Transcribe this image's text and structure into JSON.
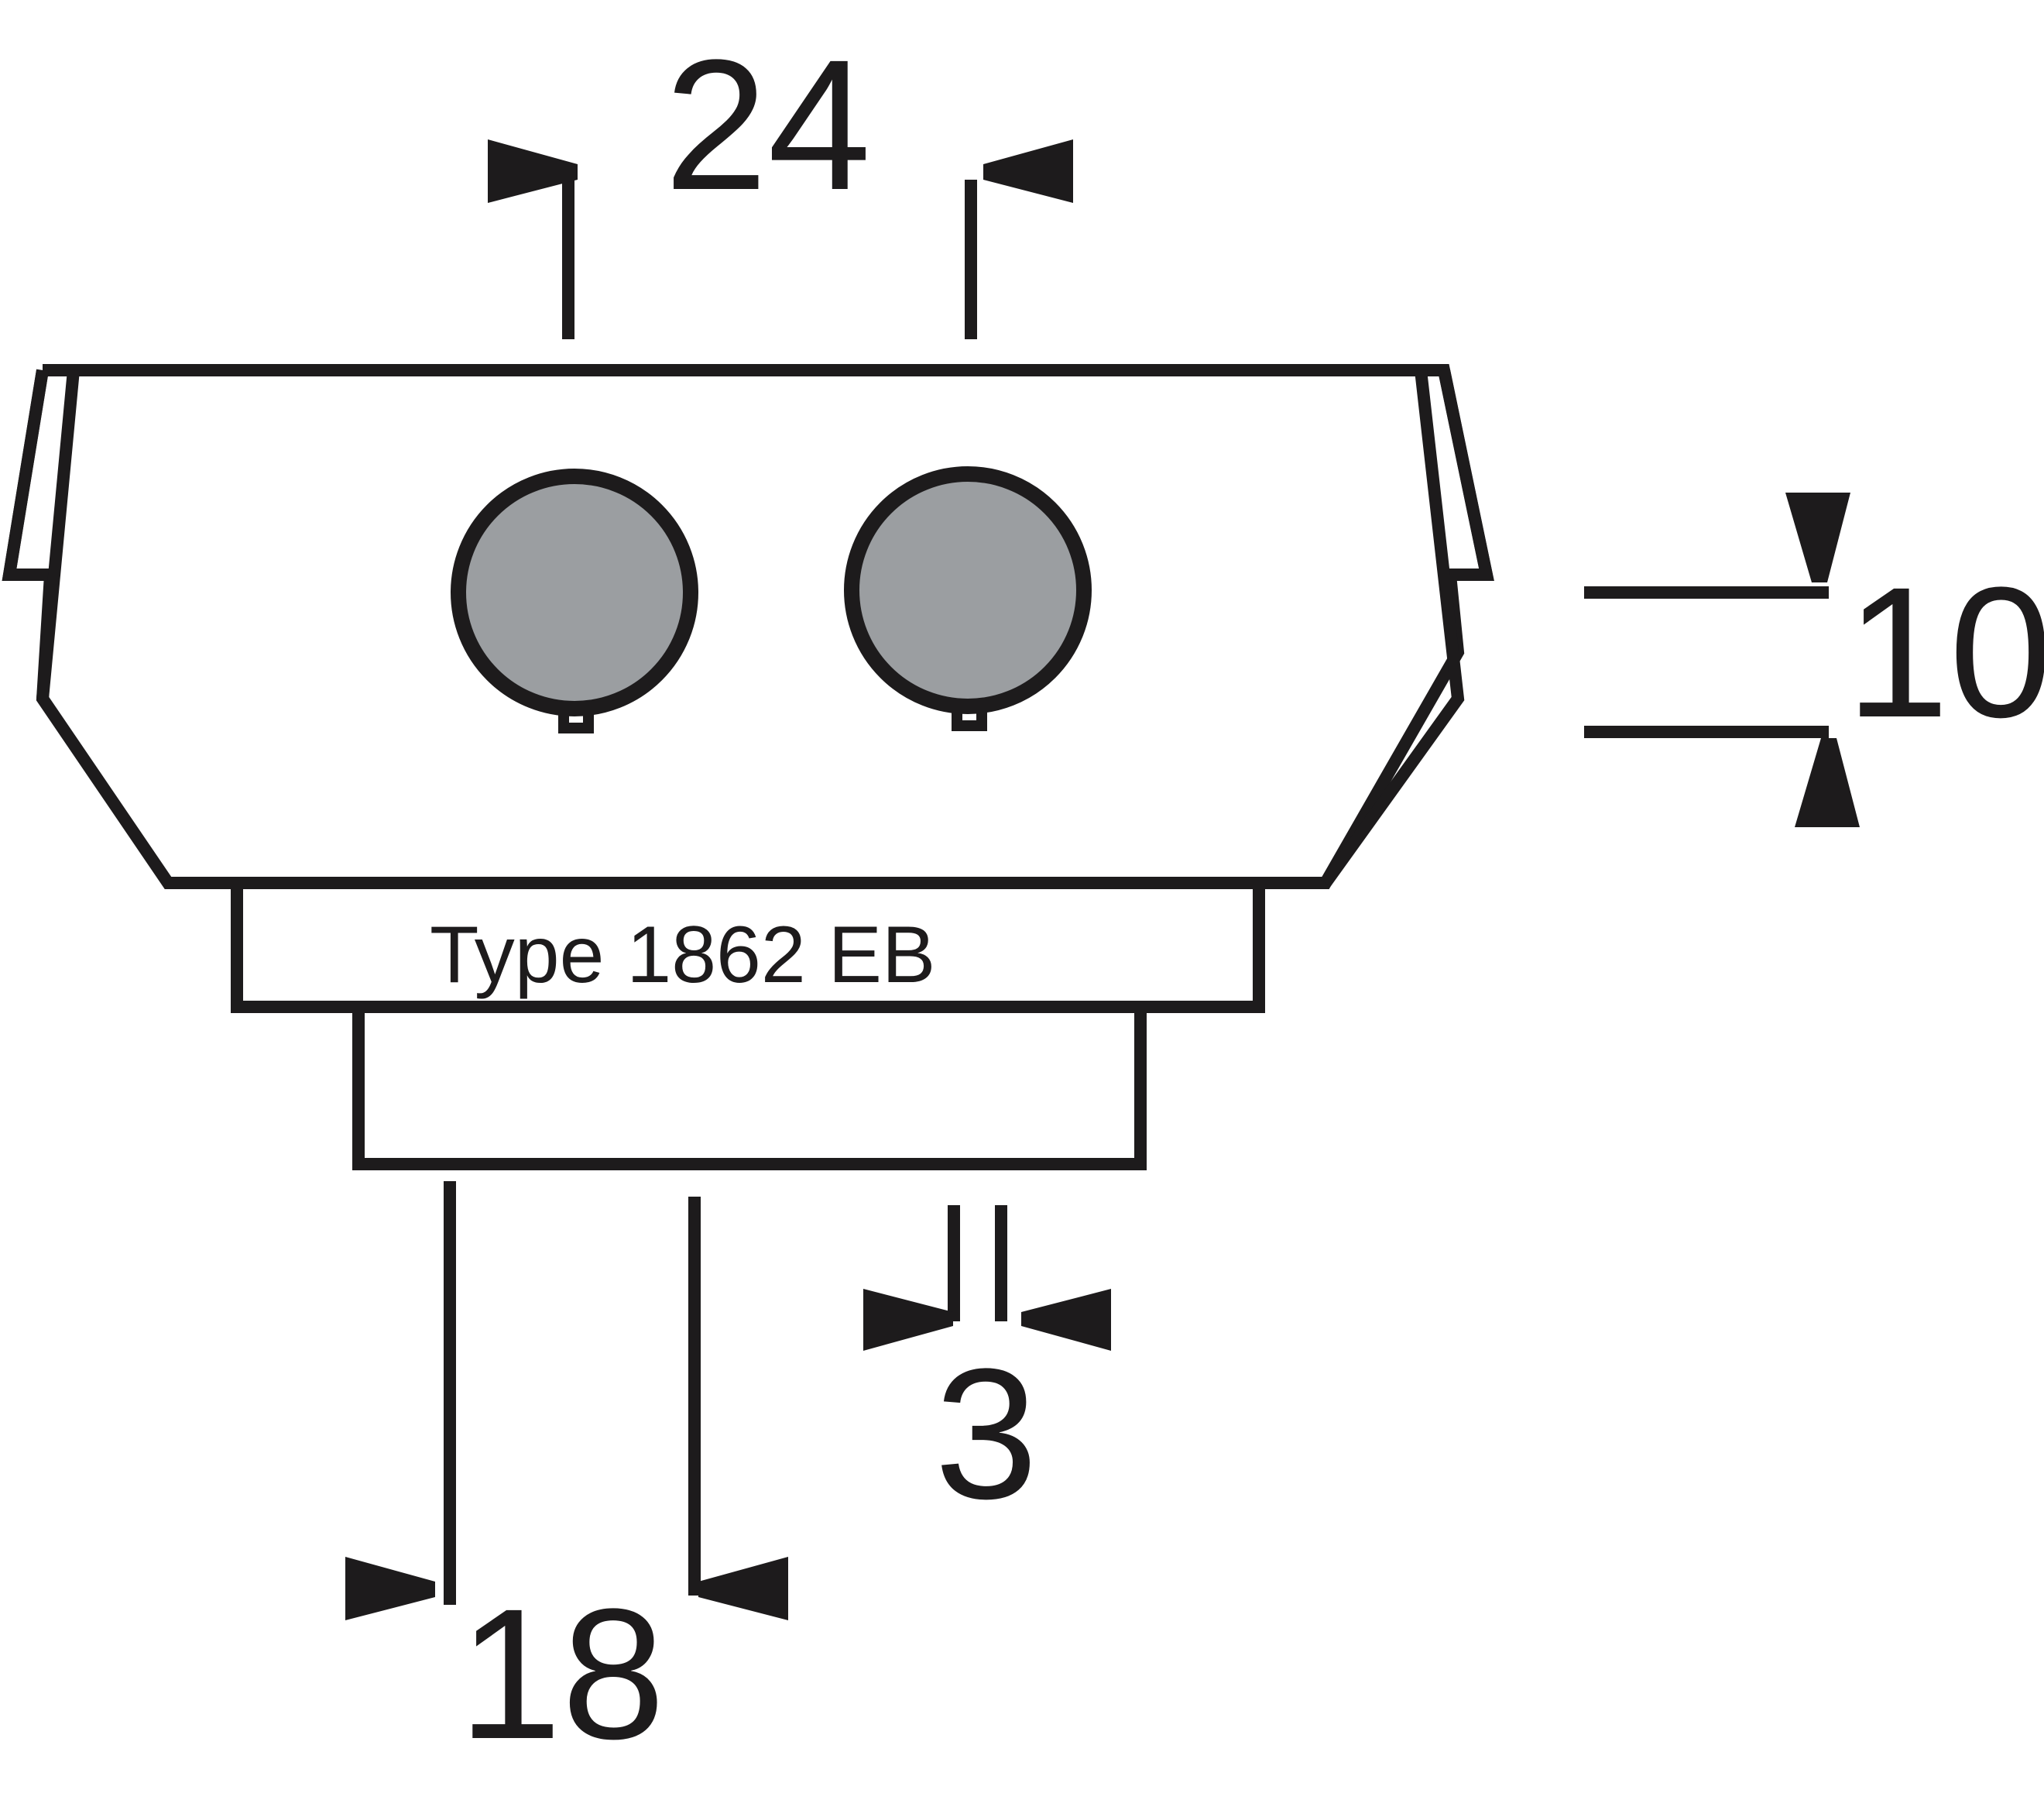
{
  "diagram": {
    "label": "Type 1862 EB",
    "dimensions": {
      "pin_spacing": "24",
      "pin_diameter": "10",
      "base_width": "18",
      "key_width": "3"
    },
    "colors": {
      "line": "#1d1b1c",
      "pin_fill": "#9b9ea1",
      "background": "#ffffff"
    }
  }
}
